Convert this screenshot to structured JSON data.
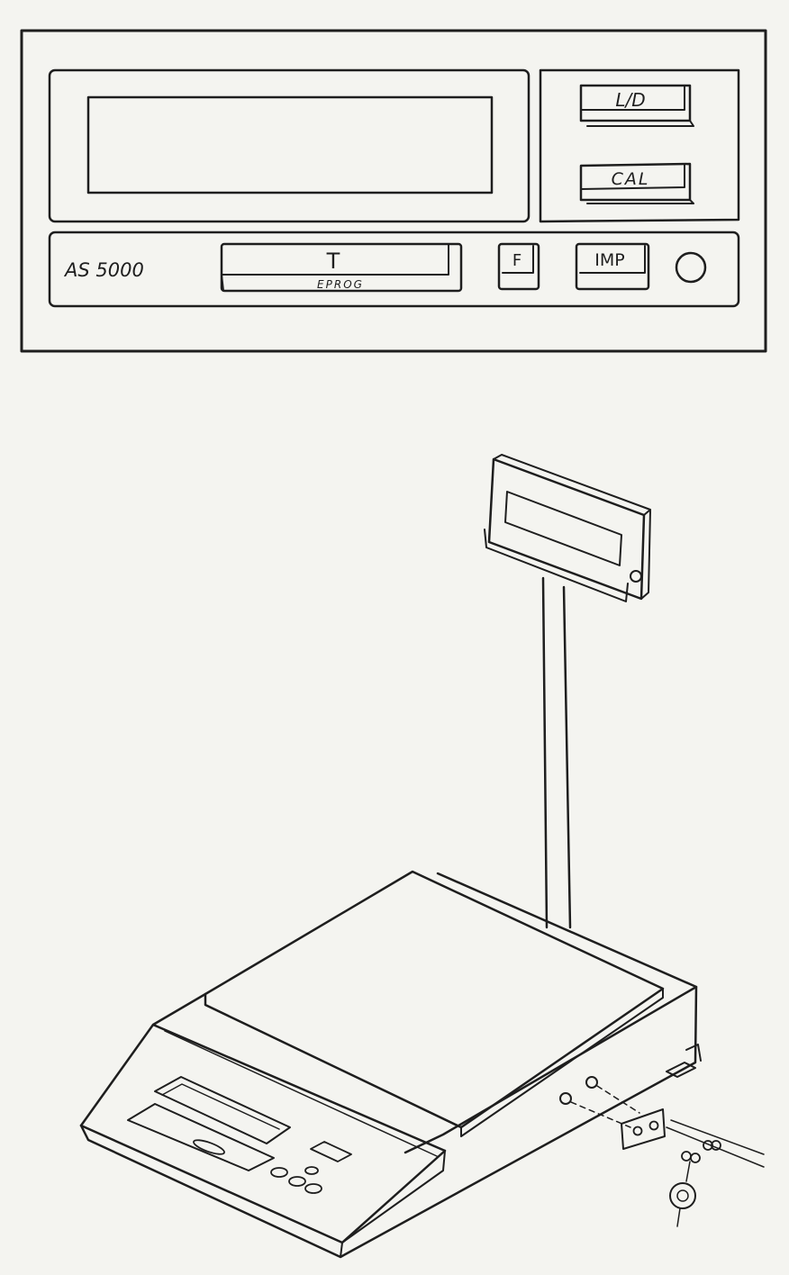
{
  "front_panel": {
    "model_label": "AS 5000",
    "keys": {
      "ld": "L/D",
      "cal": "CAL",
      "tare": "T",
      "tare_sub": "EPROG",
      "function": "F",
      "print": "IMP"
    }
  },
  "colors": {
    "ink": "#1e1e1e",
    "paper": "#f4f4f0"
  }
}
